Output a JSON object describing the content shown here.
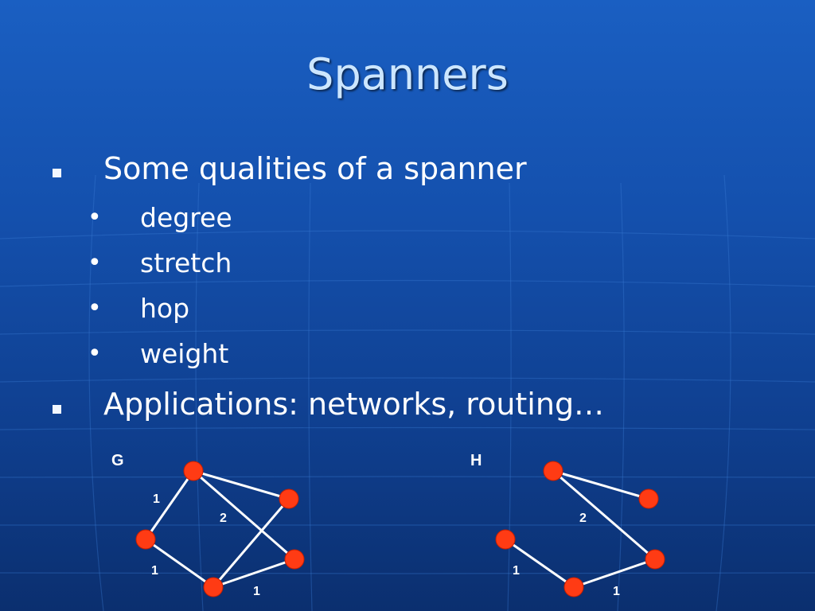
{
  "slide": {
    "title": "Spanners",
    "bullets": [
      {
        "text": "Some qualities of a spanner"
      },
      {
        "text": "Applications: networks, routing…"
      }
    ],
    "sub_bullets": [
      {
        "marker": "•",
        "text": "degree"
      },
      {
        "marker": "•",
        "text": "stretch"
      },
      {
        "marker": "•",
        "text": "hop"
      },
      {
        "marker": "•",
        "text": "weight"
      }
    ]
  },
  "graphs": {
    "g": {
      "label": "G",
      "edge_weights": {
        "top_left": "1",
        "cross": "2",
        "bottom_left": "1",
        "bottom_right": "1"
      }
    },
    "h": {
      "label": "H",
      "edge_weights": {
        "cross": "2",
        "bottom_left": "1",
        "bottom_right": "1"
      }
    }
  },
  "colors": {
    "node_fill": "#ff3b14",
    "edge": "#ffffff",
    "title": "#cce6ff"
  }
}
